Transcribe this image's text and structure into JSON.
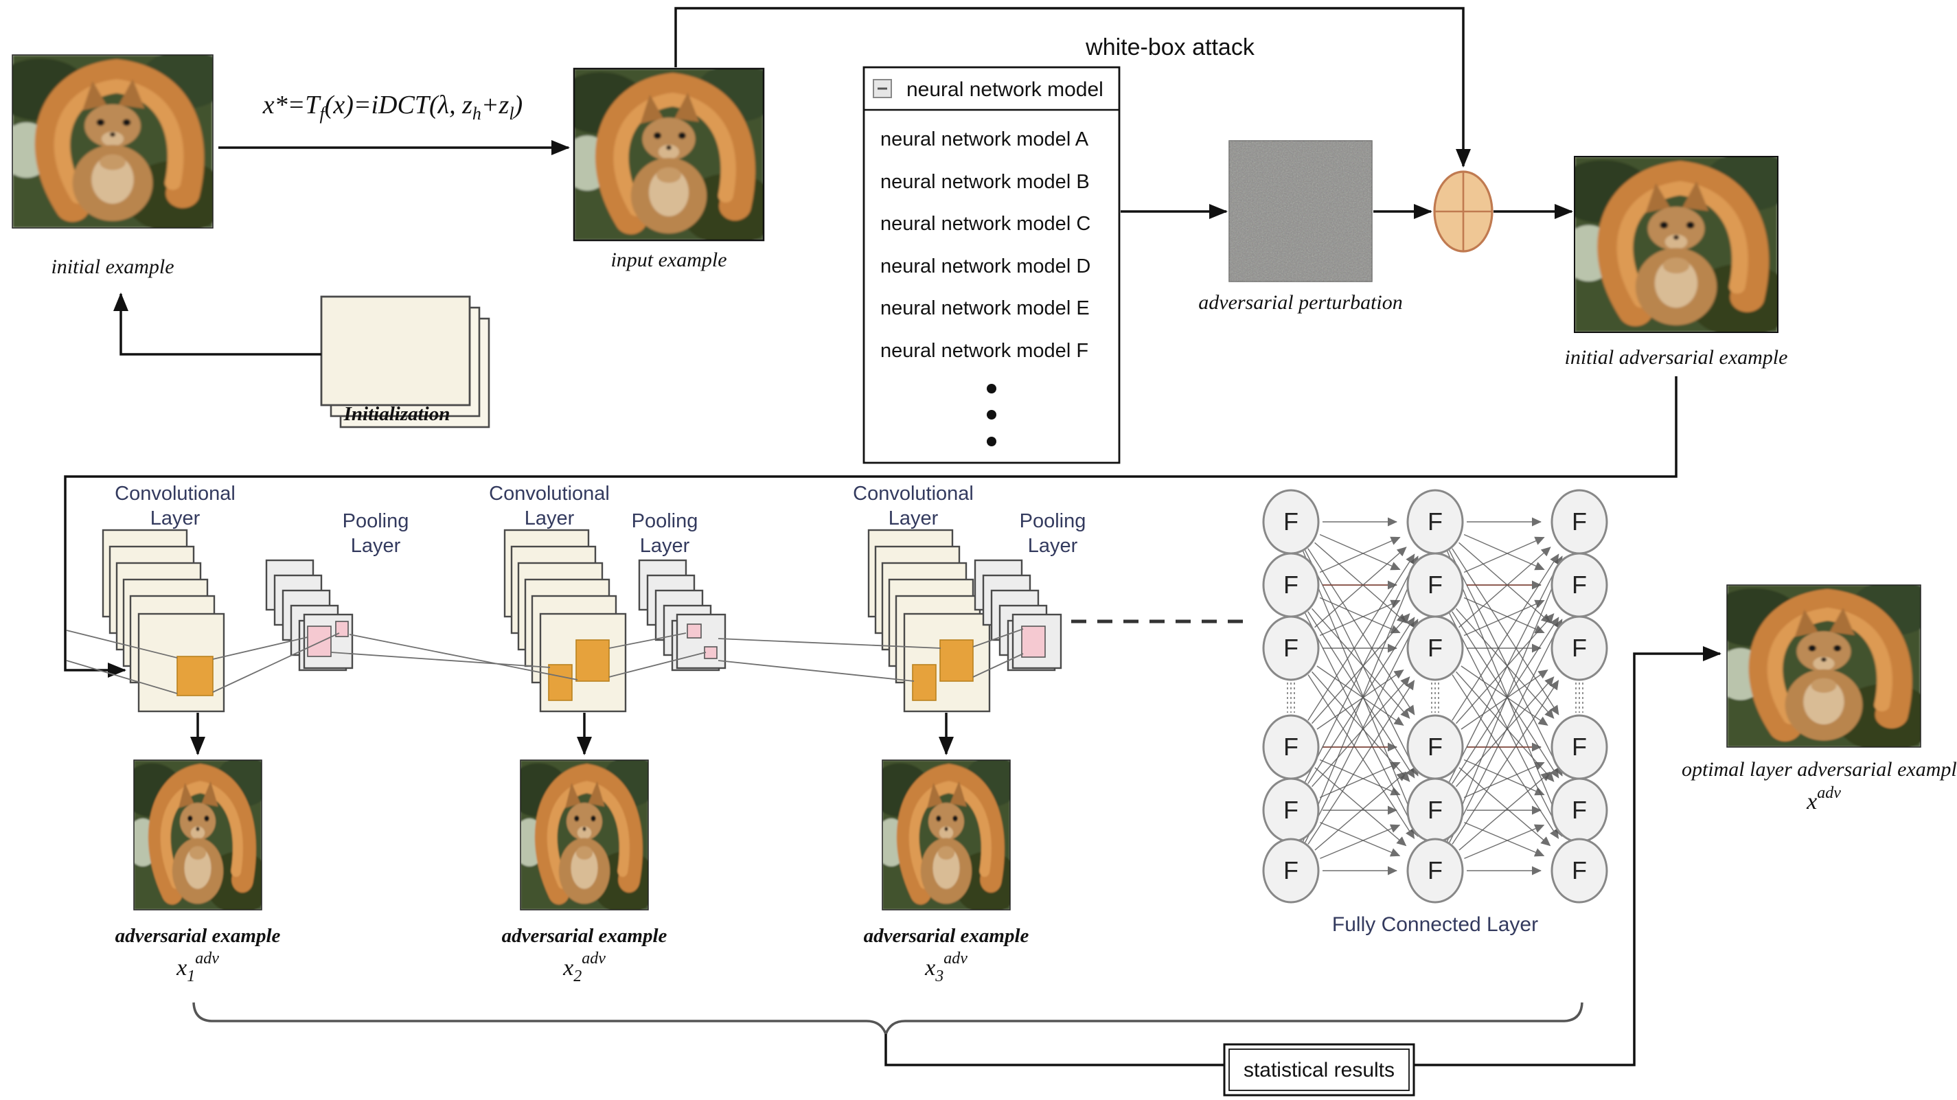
{
  "top": {
    "initial_example_label": "initial example",
    "formula": {
      "p1": "x*=T",
      "sub1": "f",
      "p2": "(x)=iDCT(λ, z",
      "sub2": "h",
      "p3": "+z",
      "sub3": "l",
      "p4": ")"
    },
    "input_example_label": "input example",
    "initialization_label": "Initialization",
    "whitebox_label": "white-box attack",
    "model_list": {
      "collapse_icon": "minus-box-icon",
      "header": "neural network model",
      "items": [
        "neural network model A",
        "neural network model B",
        "neural network model C",
        "neural network model D",
        "neural network model E",
        "neural network model F"
      ]
    },
    "perturbation_label": "adversarial perturbation",
    "plus_icon": "plus-circle-icon",
    "initial_adv_label": "initial adversarial example"
  },
  "cnn": {
    "conv_label_line1": "Convolutional",
    "conv_label_line2": "Layer",
    "pool_label_line1": "Pooling",
    "pool_label_line2": "Layer",
    "fc_label": "Fully Connected Layer",
    "fc_node_label": "F",
    "fc_columns": 3,
    "fc_rows": 6,
    "adv_example_label": "adversarial example",
    "adv1": {
      "base": "x",
      "sub": "1",
      "sup": "adv"
    },
    "adv2": {
      "base": "x",
      "sub": "2",
      "sup": "adv"
    },
    "adv3": {
      "base": "x",
      "sub": "3",
      "sup": "adv"
    }
  },
  "output": {
    "optimal_label": "optimal layer adversarial example",
    "xadv": {
      "base": "x",
      "sup": "adv"
    },
    "statistical_label": "statistical results"
  },
  "colors": {
    "accent_orange": "#e6a23c",
    "accent_pink": "#f5c9d1",
    "card_cream": "#f6f2e3",
    "pool_gray": "#ededed",
    "plus_fill": "#efc795",
    "plus_stroke": "#c07a50",
    "label_navy": "#333a5e",
    "perturbation_gray": "#8d8d8a"
  }
}
